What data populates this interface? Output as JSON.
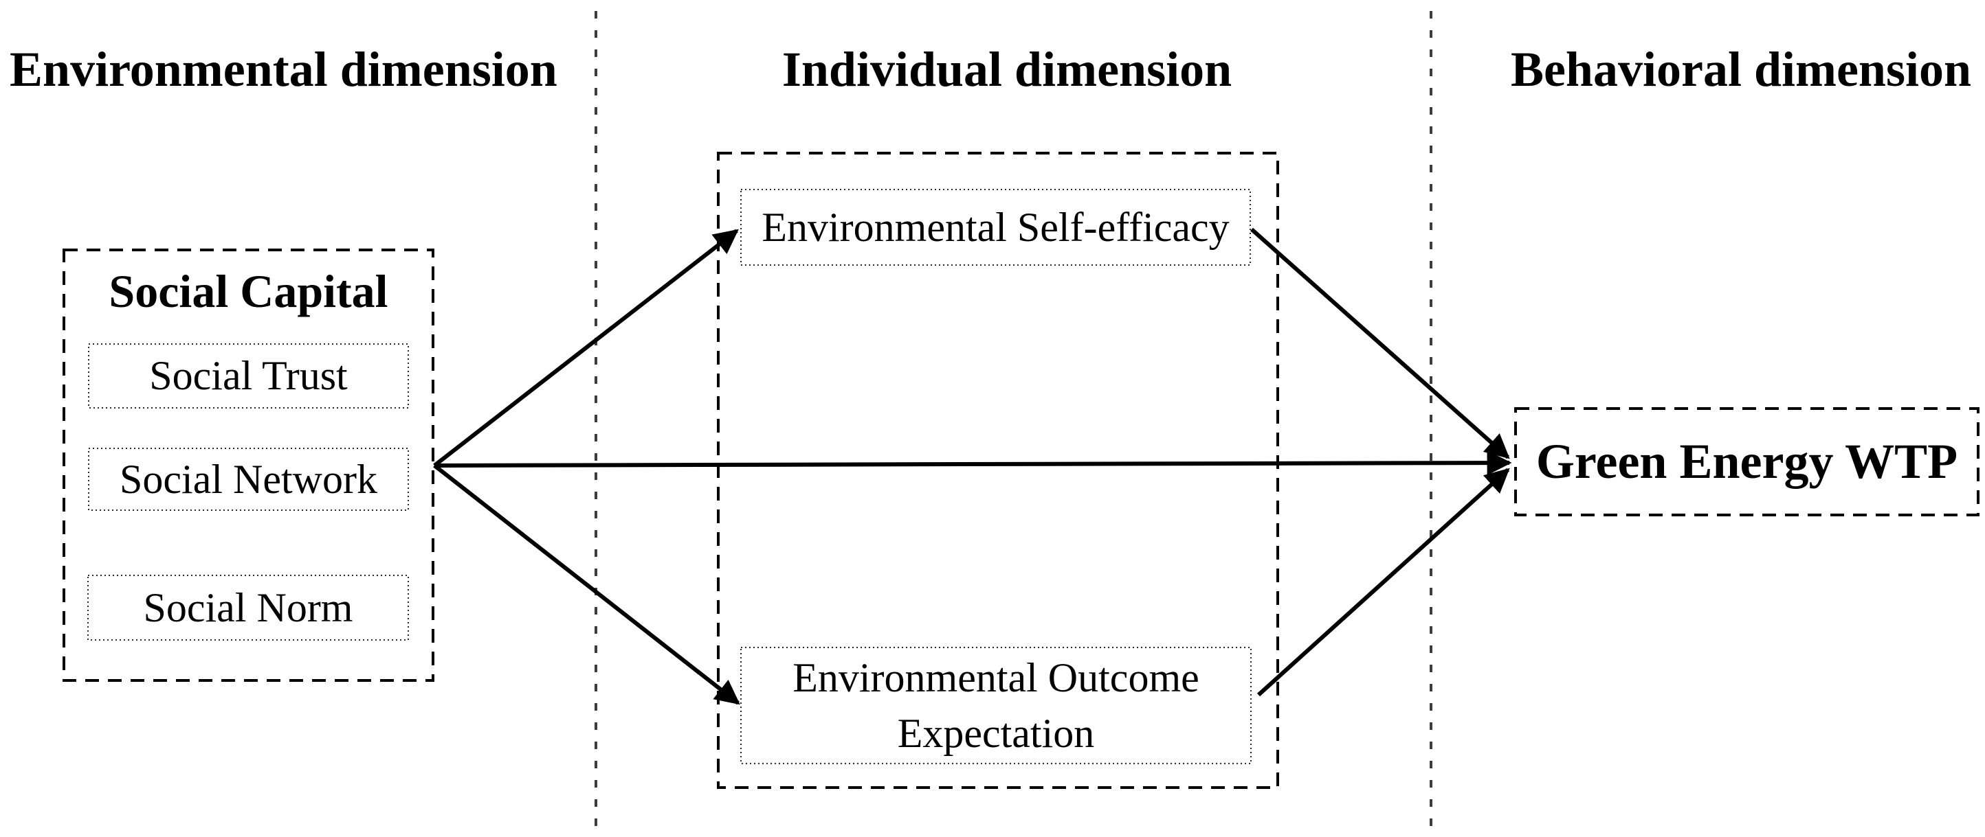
{
  "figure": {
    "background_color": "#ffffff",
    "ink_color": "#000000",
    "separator_color": "#3d3d3d",
    "headers": [
      {
        "id": "environmental",
        "label": "Environmental dimension"
      },
      {
        "id": "individual",
        "label": "Individual dimension"
      },
      {
        "id": "behavioral",
        "label": "Behavioral dimension"
      }
    ],
    "social_capital": {
      "title": "Social Capital",
      "items": [
        {
          "label": "Social Trust"
        },
        {
          "label": "Social Network"
        },
        {
          "label": "Social Norm"
        }
      ]
    },
    "mediators": [
      {
        "label": "Environmental Self-efficacy"
      },
      {
        "label": "Environmental Outcome Expectation"
      }
    ],
    "outcome": {
      "label": "Green Energy WTP"
    }
  }
}
